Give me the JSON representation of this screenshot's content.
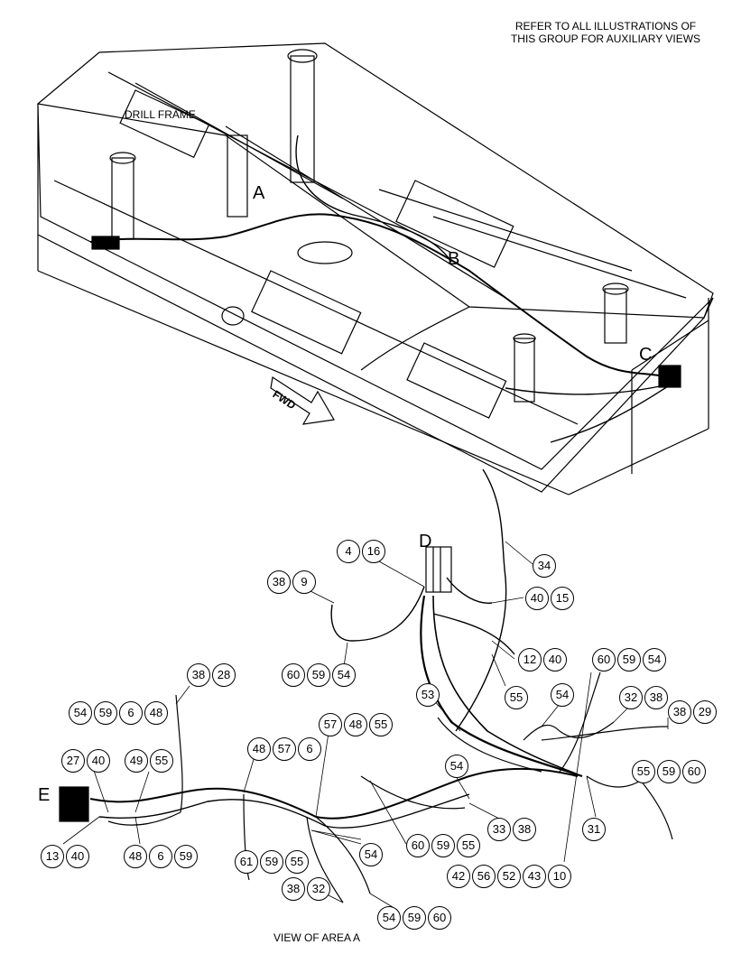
{
  "header_note": [
    "REFER TO ALL ILLUSTRATIONS OF",
    "THIS GROUP FOR AUXILIARY VIEWS"
  ],
  "frame_label": "DRILL FRAME",
  "area_letters": [
    "A",
    "B",
    "C",
    "D",
    "E"
  ],
  "direction_label": "FWD",
  "footer_label": "VIEW OF AREA A",
  "callouts": [
    [
      "4",
      "16"
    ],
    [
      "38",
      "9"
    ],
    [
      "34"
    ],
    [
      "40",
      "15"
    ],
    [
      "12",
      "40"
    ],
    [
      "60",
      "59",
      "54"
    ],
    [
      "60",
      "59",
      "54"
    ],
    [
      "38",
      "28"
    ],
    [
      "54",
      "59",
      "6",
      "48"
    ],
    [
      "53"
    ],
    [
      "55"
    ],
    [
      "54"
    ],
    [
      "32",
      "38"
    ],
    [
      "38",
      "29"
    ],
    [
      "57",
      "48",
      "55"
    ],
    [
      "48",
      "57",
      "6"
    ],
    [
      "27",
      "40"
    ],
    [
      "49",
      "55"
    ],
    [
      "54"
    ],
    [
      "55",
      "59",
      "60"
    ],
    [
      "33",
      "38"
    ],
    [
      "31"
    ],
    [
      "13",
      "40"
    ],
    [
      "48",
      "6",
      "59"
    ],
    [
      "61",
      "59",
      "55"
    ],
    [
      "54"
    ],
    [
      "60",
      "59",
      "55"
    ],
    [
      "42",
      "56",
      "52",
      "43",
      "10"
    ],
    [
      "38",
      "32"
    ],
    [
      "54",
      "59",
      "60"
    ]
  ]
}
